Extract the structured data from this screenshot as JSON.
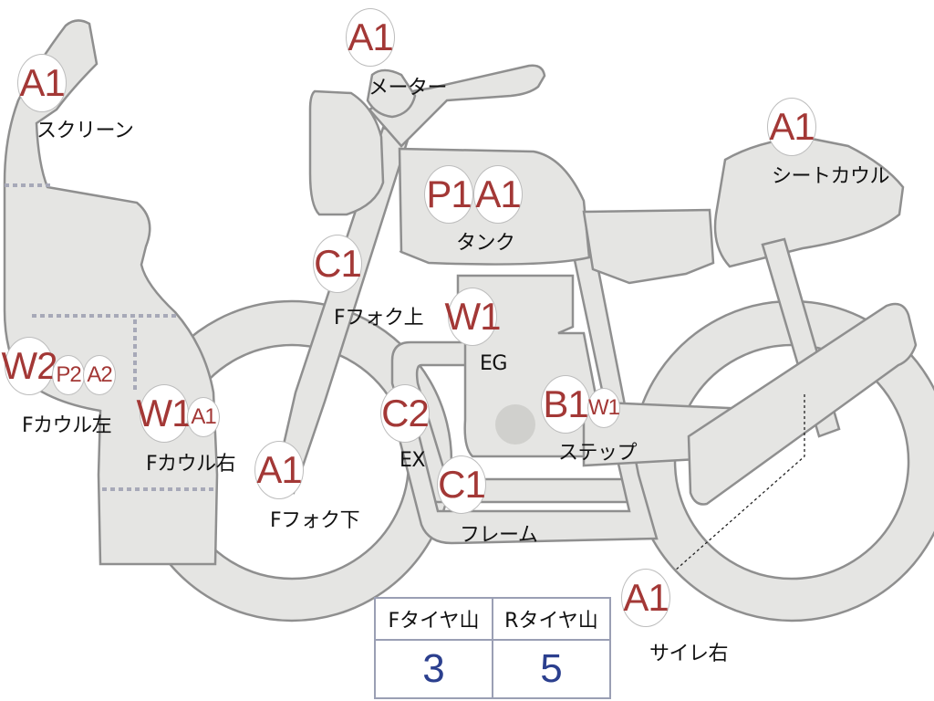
{
  "diagram": {
    "parts": [
      {
        "id": "screen",
        "codes": [
          "A1"
        ],
        "label": "スクリーン"
      },
      {
        "id": "meter",
        "codes": [
          "A1"
        ],
        "label": "メーター"
      },
      {
        "id": "seat-cowl",
        "codes": [
          "A1"
        ],
        "label": "シートカウル"
      },
      {
        "id": "tank",
        "codes": [
          "P1",
          "A1"
        ],
        "label": "タンク"
      },
      {
        "id": "f-fork-upper",
        "codes": [
          "C1"
        ],
        "label": "Fフォク上"
      },
      {
        "id": "engine",
        "codes": [
          "W1"
        ],
        "label": "EG"
      },
      {
        "id": "f-cowl-left",
        "codes": [
          "W2",
          "P2",
          "A2"
        ],
        "label": "Fカウル左"
      },
      {
        "id": "f-cowl-right",
        "codes": [
          "W1",
          "A1"
        ],
        "label": "Fカウル右"
      },
      {
        "id": "exhaust",
        "codes": [
          "C2"
        ],
        "label": "EX"
      },
      {
        "id": "step",
        "codes": [
          "B1",
          "W1"
        ],
        "label": "ステップ"
      },
      {
        "id": "f-fork-lower",
        "codes": [
          "A1"
        ],
        "label": "Fフォク下"
      },
      {
        "id": "frame",
        "codes": [
          "C1"
        ],
        "label": "フレーム"
      },
      {
        "id": "silencer-right",
        "codes": [
          "A1"
        ],
        "label": "サイレ右"
      }
    ],
    "code_color": "#a33836",
    "body_fill": "#e5e5e3"
  },
  "tread_table": {
    "headers": [
      "Fタイヤ山",
      "Rタイヤ山"
    ],
    "values": [
      "3",
      "5"
    ],
    "value_color": "#2b3f8e"
  }
}
